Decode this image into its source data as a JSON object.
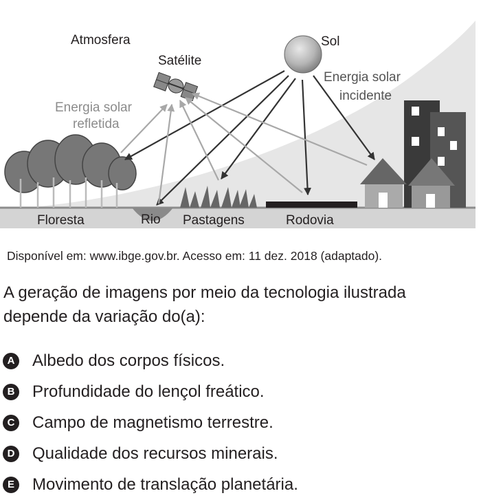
{
  "figure": {
    "labels": {
      "atmosfera": "Atmosfera",
      "satelite": "Satélite",
      "sol": "Sol",
      "refletida_line1": "Energia solar",
      "refletida_line2": "refletida",
      "incidente_line1": "Energia solar",
      "incidente_line2": "incidente",
      "floresta": "Floresta",
      "rio": "Rio",
      "pastagens": "Pastagens",
      "rodovia": "Rodovia"
    }
  },
  "source": "Disponível em: www.ibge.gov.br. Acesso em: 11 dez. 2018 (adaptado).",
  "question": {
    "line1": "A geração de imagens por meio da tecnologia ilustrada",
    "line2": "depende da variação do(a):"
  },
  "options": [
    {
      "letter": "A",
      "text": "Albedo dos corpos físicos."
    },
    {
      "letter": "B",
      "text": "Profundidade do lençol freático."
    },
    {
      "letter": "C",
      "text": "Campo de magnetismo terrestre."
    },
    {
      "letter": "D",
      "text": "Qualidade dos recursos minerais."
    },
    {
      "letter": "E",
      "text": "Movimento de translação planetária."
    }
  ]
}
